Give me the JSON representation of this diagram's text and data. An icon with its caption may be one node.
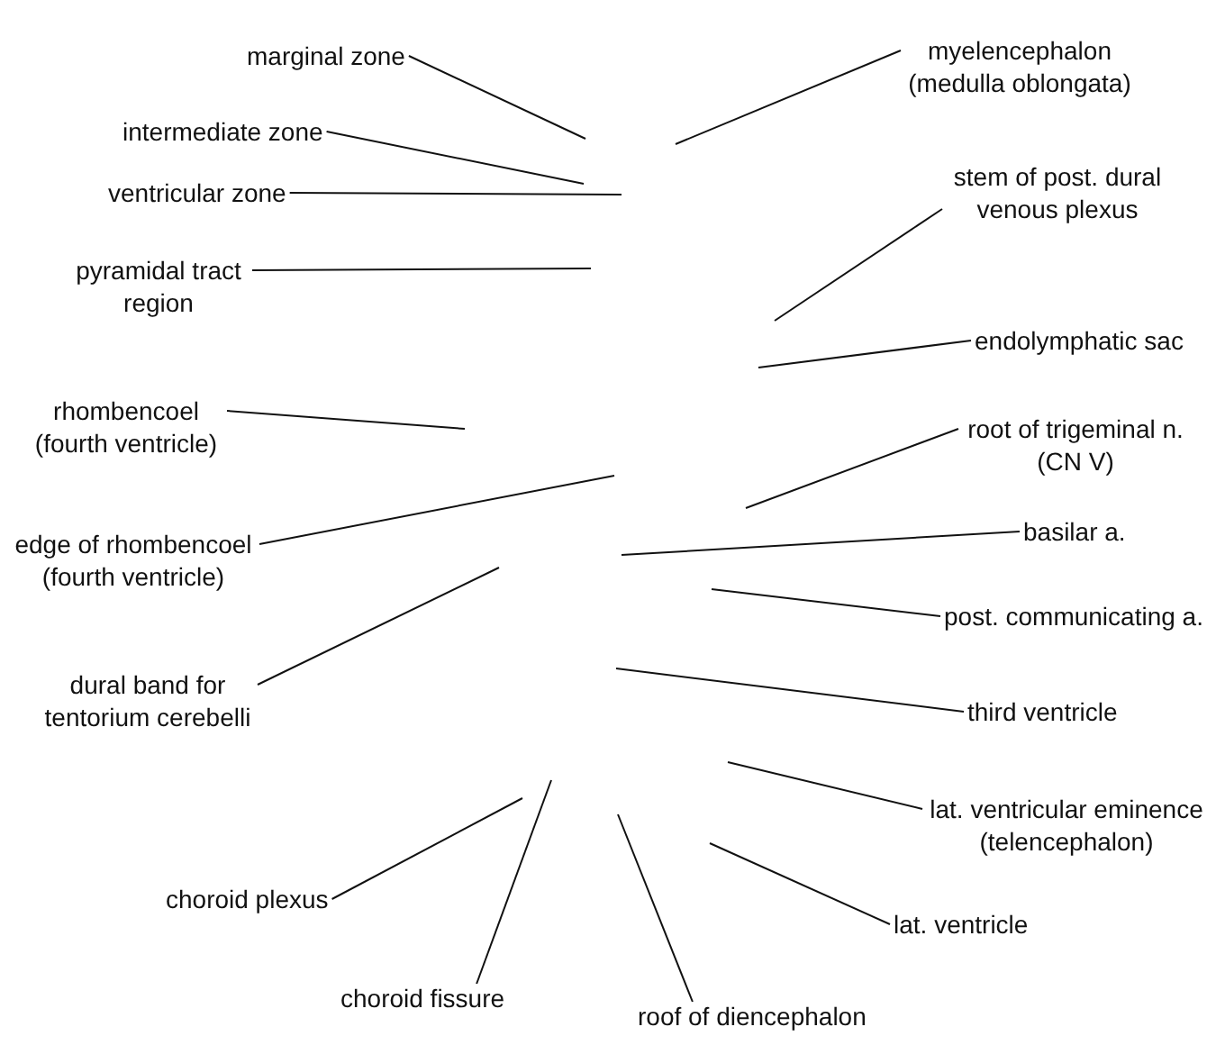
{
  "diagram": {
    "nodes": [
      {
        "text": [
          "marginal zone"
        ]
      },
      {
        "text": [
          "myelencephalon (medulla oblongata)"
        ]
      },
      {
        "text": [
          "intermediate zone"
        ]
      },
      {
        "text": [
          "ventricular zone"
        ]
      },
      {
        "text": [
          "stem of post. dural venous plexus"
        ]
      },
      {
        "text": [
          "pyramidal tract region"
        ]
      },
      {
        "text": [
          "endolymphatic sac"
        ]
      },
      {
        "text": [
          "rhombencoel (fourth ventricle)"
        ]
      },
      {
        "text": [
          "root of trigeminal n. (CN V)"
        ]
      },
      {
        "text": [
          "basilar a."
        ]
      },
      {
        "text": [
          "edge of rhombencoel (fourth ventricle)"
        ]
      },
      {
        "text": [
          "post. communicating a."
        ]
      },
      {
        "text": [
          "dural band for tentorium cerebelli"
        ]
      },
      {
        "text": [
          "third ventricle"
        ]
      },
      {
        "text": [
          "lat. ventricular eminence (telencephalon)"
        ]
      },
      {
        "text": [
          "choroid plexus"
        ]
      },
      {
        "text": [
          "lat. ventricle"
        ]
      },
      {
        "text": [
          "choroid fissure"
        ]
      },
      {
        "text": [
          "roof of diencephalon"
        ]
      }
    ],
    "edges": [
      {
        "from": 0,
        "to": null,
        "arrow": "none"
      },
      {
        "from": 1,
        "to": null,
        "arrow": "none"
      },
      {
        "from": 2,
        "to": null,
        "arrow": "none"
      },
      {
        "from": 3,
        "to": null,
        "arrow": "none"
      },
      {
        "from": 4,
        "to": null,
        "arrow": "none"
      },
      {
        "from": 5,
        "to": null,
        "arrow": "none"
      },
      {
        "from": 6,
        "to": null,
        "arrow": "none"
      },
      {
        "from": 7,
        "to": null,
        "arrow": "none"
      },
      {
        "from": 8,
        "to": null,
        "arrow": "none"
      },
      {
        "from": 9,
        "to": null,
        "arrow": "none"
      },
      {
        "from": 10,
        "to": null,
        "arrow": "none"
      },
      {
        "from": 11,
        "to": null,
        "arrow": "none"
      },
      {
        "from": 12,
        "to": null,
        "arrow": "none"
      },
      {
        "from": 13,
        "to": null,
        "arrow": "none"
      },
      {
        "from": 14,
        "to": null,
        "arrow": "none"
      },
      {
        "from": 15,
        "to": null,
        "arrow": "none"
      },
      {
        "from": 16,
        "to": null,
        "arrow": "none"
      },
      {
        "from": 17,
        "to": null,
        "arrow": "none"
      },
      {
        "from": 18,
        "to": null,
        "arrow": "none"
      }
    ]
  }
}
